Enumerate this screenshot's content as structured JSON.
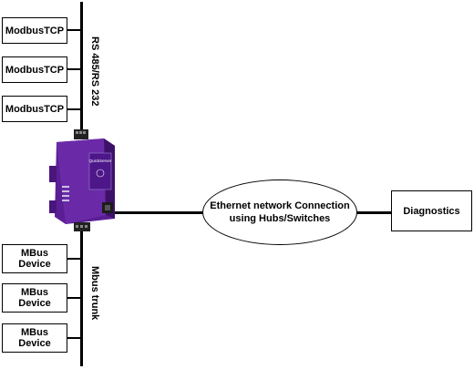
{
  "diagram": {
    "top_devices": [
      {
        "label": "ModbusTCP"
      },
      {
        "label": "ModbusTCP"
      },
      {
        "label": "ModbusTCP"
      }
    ],
    "bottom_devices": [
      {
        "line1": "MBus",
        "line2": "Device"
      },
      {
        "line1": "MBus",
        "line2": "Device"
      },
      {
        "line1": "MBus",
        "line2": "Device"
      }
    ],
    "top_bus_label": "RS 485/RS 232",
    "bottom_bus_label": "Mbus trunk",
    "network": {
      "line1": "Ethernet network Connection",
      "line2": "using Hubs/Switches"
    },
    "diagnostics_label": "Diagnostics",
    "gateway": {
      "brand": "QuickServer",
      "color": "#5b1f95"
    }
  }
}
